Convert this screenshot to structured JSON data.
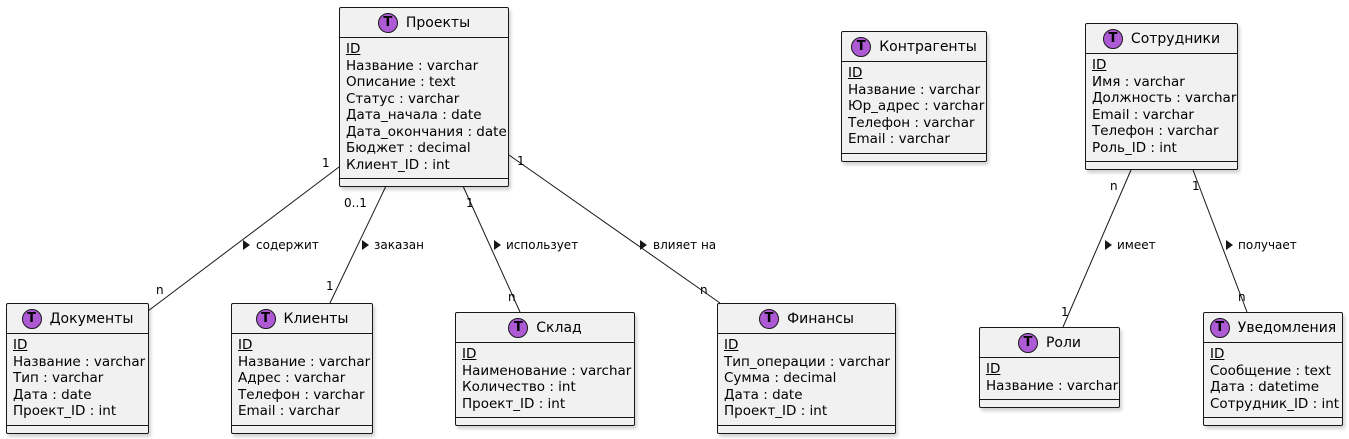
{
  "entity_badge": "T",
  "colors": {
    "badge": "#ad5ad4",
    "box": "#f1f1f1",
    "border": "#181818"
  },
  "entities": [
    {
      "id": "projects",
      "name": "Проекты",
      "fields": [
        {
          "text": "ID",
          "pk": true
        },
        {
          "text": "Название : varchar"
        },
        {
          "text": "Описание : text"
        },
        {
          "text": "Статус : varchar"
        },
        {
          "text": "Дата_начала : date"
        },
        {
          "text": "Дата_окончания : date"
        },
        {
          "text": "Бюджет : decimal"
        },
        {
          "text": "Клиент_ID : int"
        }
      ]
    },
    {
      "id": "contractors",
      "name": "Контрагенты",
      "fields": [
        {
          "text": "ID",
          "pk": true
        },
        {
          "text": "Название : varchar"
        },
        {
          "text": "Юр_адрес : varchar"
        },
        {
          "text": "Телефон : varchar"
        },
        {
          "text": "Email : varchar"
        }
      ]
    },
    {
      "id": "employees",
      "name": "Сотрудники",
      "fields": [
        {
          "text": "ID",
          "pk": true
        },
        {
          "text": "Имя : varchar"
        },
        {
          "text": "Должность : varchar"
        },
        {
          "text": "Email : varchar"
        },
        {
          "text": "Телефон : varchar"
        },
        {
          "text": "Роль_ID : int"
        }
      ]
    },
    {
      "id": "documents",
      "name": "Документы",
      "fields": [
        {
          "text": "ID",
          "pk": true
        },
        {
          "text": "Название : varchar"
        },
        {
          "text": "Тип : varchar"
        },
        {
          "text": "Дата : date"
        },
        {
          "text": "Проект_ID : int"
        }
      ]
    },
    {
      "id": "clients",
      "name": "Клиенты",
      "fields": [
        {
          "text": "ID",
          "pk": true
        },
        {
          "text": "Название : varchar"
        },
        {
          "text": "Адрес : varchar"
        },
        {
          "text": "Телефон : varchar"
        },
        {
          "text": "Email : varchar"
        }
      ]
    },
    {
      "id": "warehouse",
      "name": "Склад",
      "fields": [
        {
          "text": "ID",
          "pk": true
        },
        {
          "text": "Наименование : varchar"
        },
        {
          "text": "Количество : int"
        },
        {
          "text": "Проект_ID : int"
        }
      ]
    },
    {
      "id": "finance",
      "name": "Финансы",
      "fields": [
        {
          "text": "ID",
          "pk": true
        },
        {
          "text": "Тип_операции : varchar"
        },
        {
          "text": "Сумма : decimal"
        },
        {
          "text": "Дата : date"
        },
        {
          "text": "Проект_ID : int"
        }
      ]
    },
    {
      "id": "roles",
      "name": "Роли",
      "fields": [
        {
          "text": "ID",
          "pk": true
        },
        {
          "text": "Название : varchar"
        }
      ]
    },
    {
      "id": "notifications",
      "name": "Уведомления",
      "fields": [
        {
          "text": "ID",
          "pk": true
        },
        {
          "text": "Сообщение : text"
        },
        {
          "text": "Дата : datetime"
        },
        {
          "text": "Сотрудник_ID : int"
        }
      ]
    }
  ],
  "relations": [
    {
      "from": "projects",
      "to": "documents",
      "from_card": "1",
      "to_card": "n",
      "label": "содержит"
    },
    {
      "from": "projects",
      "to": "clients",
      "from_card": "0..1",
      "to_card": "1",
      "label": "заказан"
    },
    {
      "from": "projects",
      "to": "warehouse",
      "from_card": "1",
      "to_card": "n",
      "label": "использует"
    },
    {
      "from": "projects",
      "to": "finance",
      "from_card": "1",
      "to_card": "n",
      "label": "влияет на"
    },
    {
      "from": "employees",
      "to": "roles",
      "from_card": "n",
      "to_card": "1",
      "label": "имеет"
    },
    {
      "from": "employees",
      "to": "notifications",
      "from_card": "1",
      "to_card": "n",
      "label": "получает"
    }
  ]
}
